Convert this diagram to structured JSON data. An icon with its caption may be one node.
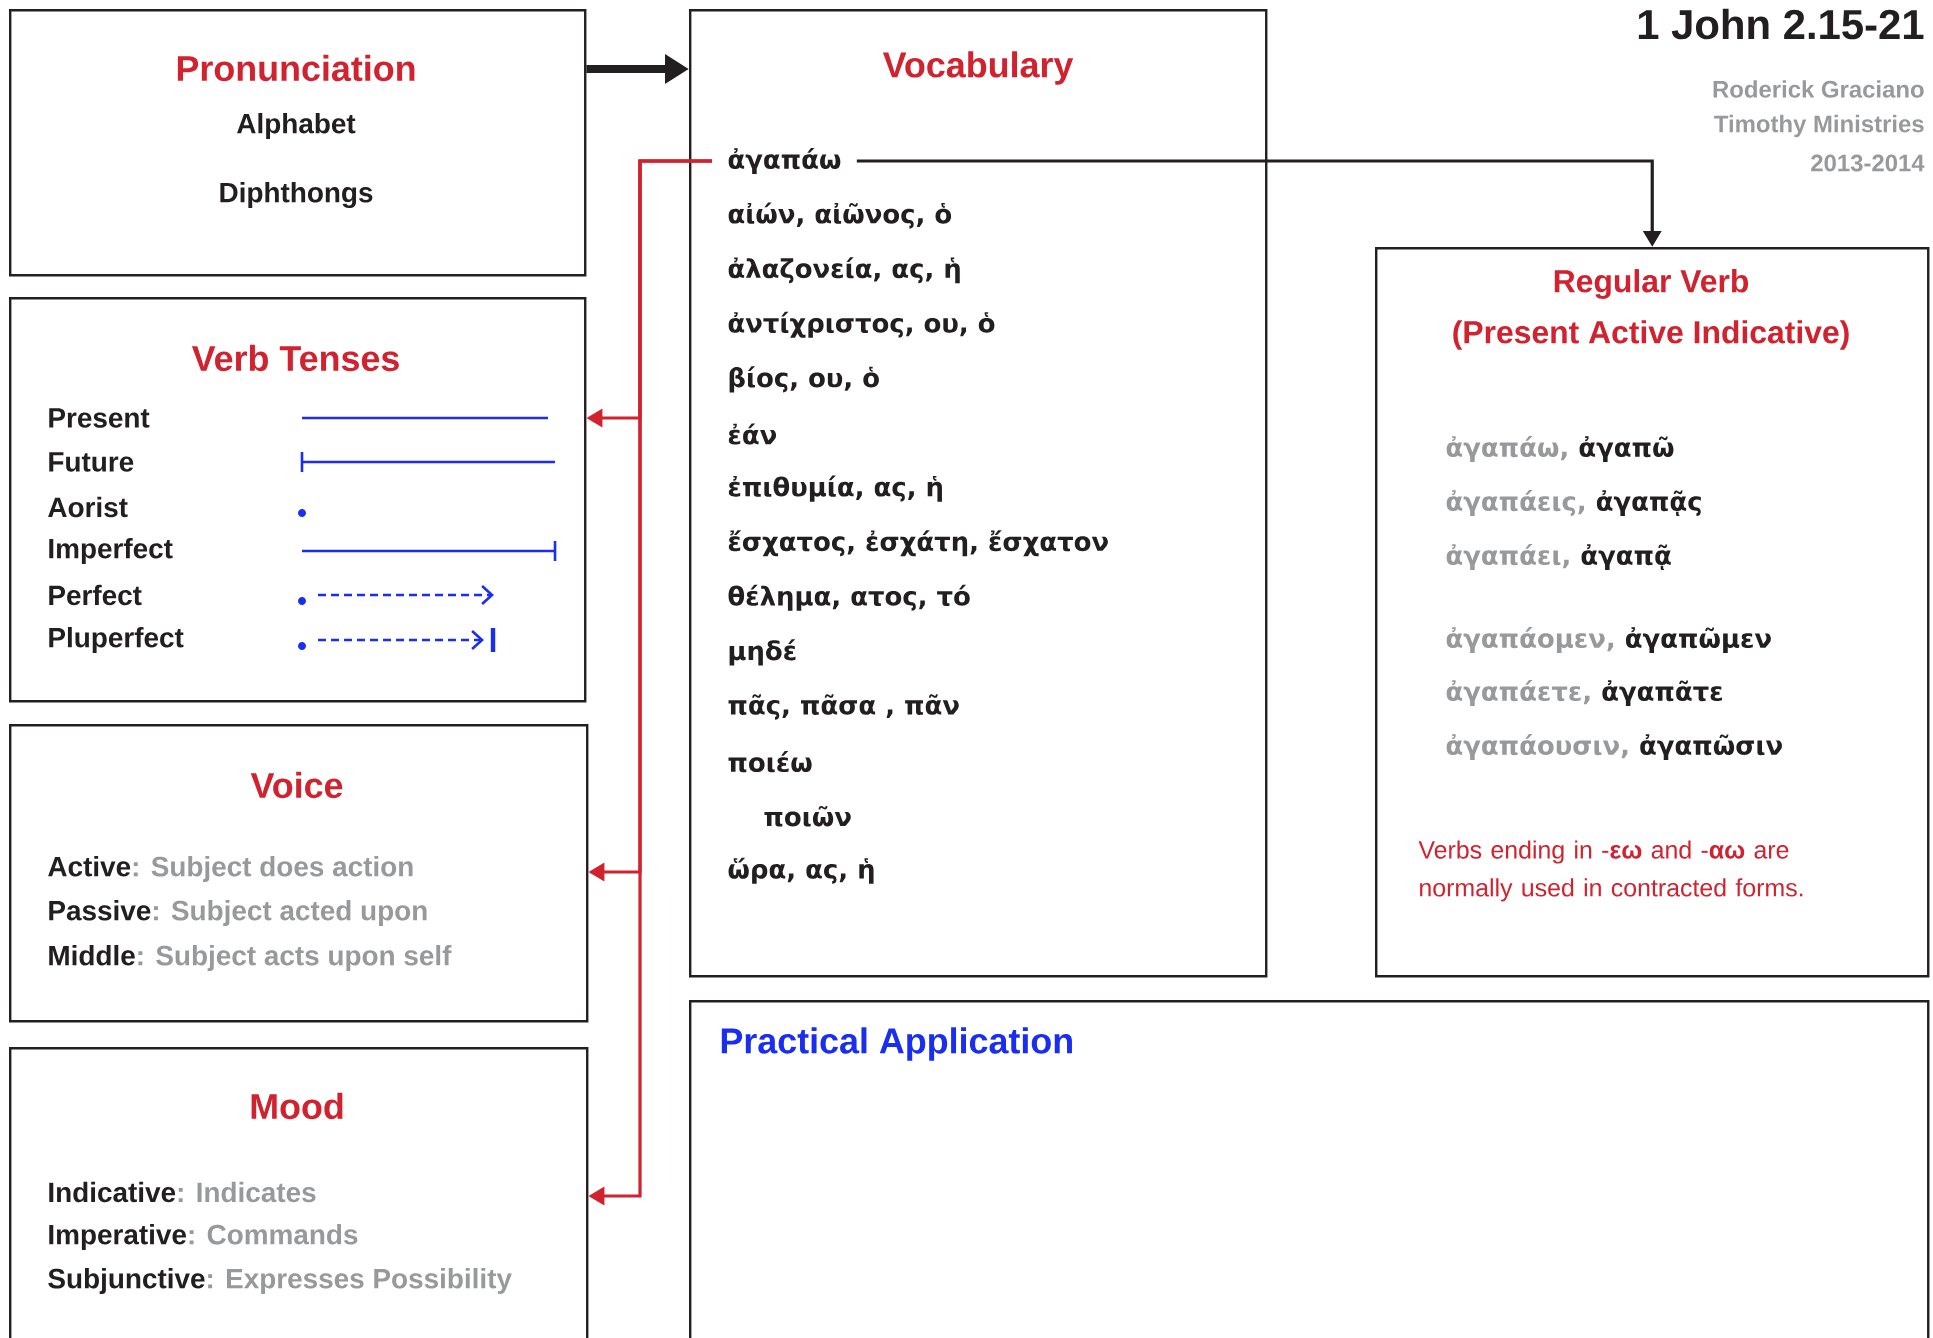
{
  "diagram": {
    "title": "1 John 2.15-21",
    "nodes": [
      {
        "text": [
          "Pronunciation",
          "Alphabet",
          "Diphthongs"
        ]
      },
      {
        "text": [
          "Vocabulary",
          "αἰών, αἰῶνος, ὁ",
          "ἀλαζονεία, ας, ἡ",
          "ἀντίχριστος, ου, ὁ",
          "βίος, ου, ὁ",
          "ἐάν",
          "ἐπιθυμία, ας, ἡ",
          "ἔσχατος, ἐσχάτη, ἔσχατον",
          "θέλημα, ατος, τό",
          "μηδέ",
          "πᾶς, πᾶσα , πᾶν",
          "ποιέω",
          "ποιῶν",
          "ὥρα, ας, ἡ"
        ]
      },
      {
        "text": [
          "ἀγαπάω"
        ],
        "in": 1
      },
      {
        "text": [
          "Regular Verb",
          "(Present Active Indicative)",
          "ἀγαπάω, **ἀγαπῶ**",
          "ἀγαπάεις, **ἀγαπᾷς**",
          "ἀγαπάει, **ἀγαπᾷ**",
          "ἀγαπάομεν, **ἀγαπῶμεν**",
          "ἀγαπάετε, **ἀγαπᾶτε**",
          "ἀγαπάουσιν, **ἀγαπῶσιν**",
          "Verbs ending in -**εω** and -**αω** are normally used in contracted forms."
        ]
      },
      {
        "text": [
          "Verb Tenses",
          "Present",
          "Future",
          "Aorist",
          "Imperfect",
          "Perfect",
          "Pluperfect"
        ]
      },
      {
        "text": [
          "Voice",
          "**Active**: Subject does action",
          "**Passive**: Subject acted upon",
          "**Middle**: Subject acts upon self"
        ]
      },
      {
        "text": [
          "Mood",
          "**Indicative**: Indicates",
          "**Imperative**: Commands",
          "**Subjunctive**: Expresses Possibility"
        ]
      },
      {
        "text": [
          "Practical Application"
        ]
      }
    ],
    "edges": [
      {
        "from": 0,
        "to": 1,
        "arrow": "to",
        "style": "thick",
        "color": "#231f20"
      },
      {
        "from": 2,
        "to": 3,
        "arrow": "to",
        "color": "#231f20"
      },
      {
        "from": 2,
        "to": 4,
        "arrow": "to",
        "color": "#d0232f"
      },
      {
        "from": 2,
        "to": 5,
        "arrow": "to",
        "color": "#d0232f"
      },
      {
        "from": 2,
        "to": 6,
        "arrow": "to",
        "color": "#d0232f"
      }
    ],
    "labels": [
      "Roderick Graciano",
      "Timothy Ministries",
      "2013-2014"
    ]
  }
}
